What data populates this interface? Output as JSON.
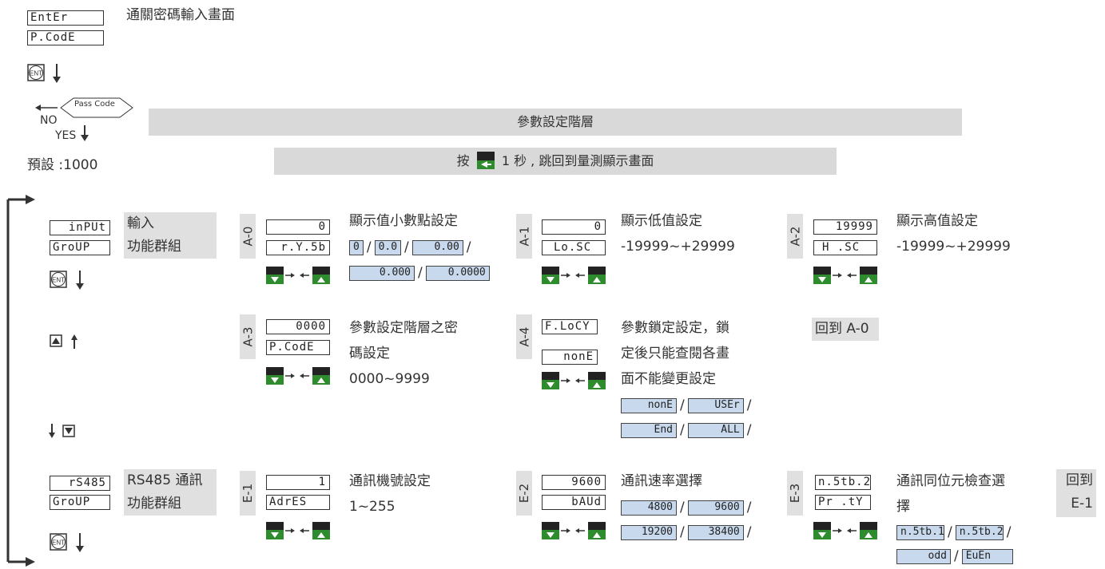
{
  "top": {
    "lcd1": "EntEr",
    "lcd2": "P.CodE",
    "title": "通關密碼輸入畫面",
    "key_ent": "ENT",
    "pass_code": "Pass Code",
    "no": "NO",
    "yes": "YES",
    "default": "預設 :1000"
  },
  "banner1": "參數設定階層",
  "banner2": {
    "pre": "按",
    "post": "1 秒 , 跳回到量測顯示畫面"
  },
  "input_group": {
    "lcd1": "inPUt",
    "lcd2": "GroUP",
    "label1": "輸入",
    "label2": "功能群組"
  },
  "rs485_group": {
    "lcd1": "rS485",
    "lcd2": "GroUP",
    "label1": "RS485 通訊",
    "label2": "功能群組"
  },
  "up_key": "▲",
  "down_key": "▼",
  "a0": {
    "tag": "A-0",
    "lcd1": "0",
    "lcd2": "r.Y.5b",
    "title": "顯示值小數點設定",
    "opts1": [
      "0",
      "0.0",
      "0.00"
    ],
    "opts2": [
      "0.000",
      "0.0000"
    ]
  },
  "a1": {
    "tag": "A-1",
    "lcd1": "0",
    "lcd2": "Lo.SC",
    "title": "顯示低值設定",
    "range": "-19999~+29999"
  },
  "a2": {
    "tag": "A-2",
    "lcd1": "19999",
    "lcd2": "H  .SC",
    "title": "顯示高值設定",
    "range": "-19999~+29999"
  },
  "a3": {
    "tag": "A-3",
    "lcd1": "0000",
    "lcd2": "P.CodE",
    "title1": "參數設定階層之密",
    "title2": "碼設定",
    "range": "0000~9999"
  },
  "a4": {
    "tag": "A-4",
    "lcd1": "F.LoCY",
    "lcd2": "nonE",
    "title1": "參數鎖定設定，鎖",
    "title2": "定後只能查閱各畫",
    "title3": "面不能變更設定",
    "opts1": [
      "nonE",
      "USEr"
    ],
    "opts2": [
      "End",
      "ALL"
    ]
  },
  "back_a0": "回到 A-0",
  "e1": {
    "tag": "E-1",
    "lcd1": "1",
    "lcd2": "AdrES",
    "title": "通訊機號設定",
    "range": "1~255"
  },
  "e2": {
    "tag": "E-2",
    "lcd1": "9600",
    "lcd2": "bAUd",
    "title": "通訊速率選擇",
    "opts1": [
      "4800",
      "9600"
    ],
    "opts2": [
      "19200",
      "38400"
    ]
  },
  "e3": {
    "tag": "E-3",
    "lcd1": "n.5tb.2",
    "lcd2": "Pr  .tY",
    "title1": "通訊同位元檢查選",
    "title2": "擇",
    "opts1": [
      "n.5tb.1",
      "n.5tb.2"
    ],
    "opts2": [
      "odd",
      "EuEn"
    ]
  },
  "back_e1": {
    "line1": "回到",
    "line2": "E-1"
  },
  "colors": {
    "banner": "#d9d9d9",
    "chip": "#c8d9ee",
    "key_green": "#2e8b2e",
    "key_dark": "#222222"
  }
}
